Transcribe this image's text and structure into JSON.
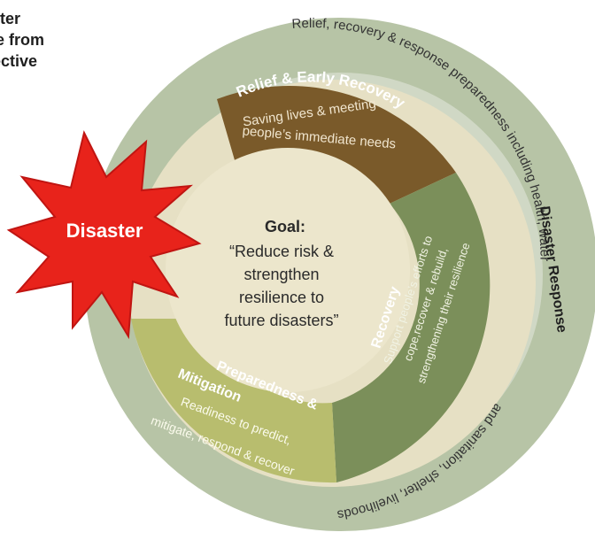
{
  "heading": {
    "line1": "saster",
    "line2": "ycle from",
    "line3": "spective"
  },
  "outer_ring": {
    "label": "Disaster Response",
    "arc_text_top": "Relief, recovery & response preparedness including health, water",
    "arc_text_bottom": "and sanitation, shelter, livelihoods",
    "color": "#b7c4a6"
  },
  "sectors": {
    "relief": {
      "title": "Relief & Early Recovery",
      "line1": "Saving lives & meeting",
      "line2": "people’s immediate needs",
      "color": "#7a5a2a"
    },
    "recovery": {
      "title": "Recovery",
      "line1": "Support people’s efforts to",
      "line2": "cope,recover & rebuild,",
      "line3": "strengthening their resilience",
      "color": "#7b8f5a"
    },
    "preparedness": {
      "title_line1": "Preparedness &",
      "title_line2": "Mitigation",
      "line1": "Readiness to predict,",
      "line2": "mitigate, respond & recover",
      "color": "#b8bd6e"
    },
    "gap": {
      "color": "#e6e0c4"
    }
  },
  "goal": {
    "title": "Goal:",
    "line1": "“Reduce risk &",
    "line2": "strengthen",
    "line3": "resilience to",
    "line4": "future disasters”",
    "color": "#ece6cc"
  },
  "burst": {
    "label": "Disaster",
    "color": "#e8231b"
  }
}
